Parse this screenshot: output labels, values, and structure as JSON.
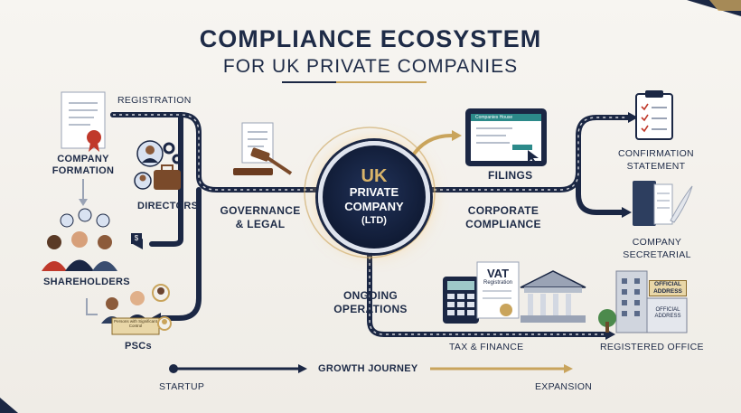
{
  "title": "COMPLIANCE ECOSYSTEM",
  "subtitle": "FOR UK PRIVATE COMPANIES",
  "center": {
    "line1": "UK",
    "line2": "PRIVATE",
    "line3": "COMPANY",
    "line4": "(LTD)"
  },
  "labels": {
    "registration": "REGISTRATION",
    "company_formation_1": "COMPANY",
    "company_formation_2": "FORMATION",
    "directors": "DIRECTORS",
    "shareholders": "SHAREHOLDERS",
    "pscs": "PSCs",
    "governance_1": "GOVERNANCE",
    "governance_2": "& LEGAL",
    "filings": "FILINGS",
    "corporate_1": "CORPORATE",
    "corporate_2": "COMPLIANCE",
    "confirmation_1": "CONFIRMATION",
    "confirmation_2": "STATEMENT",
    "secretarial_1": "COMPANY",
    "secretarial_2": "SECRETARIAL",
    "ongoing_1": "ONGOING",
    "ongoing_2": "OPERATIONS",
    "tax_finance": "TAX & FINANCE",
    "registered_office": "REGISTERED OFFICE",
    "startup": "STARTUP",
    "growth_journey": "GROWTH JOURNEY",
    "expansion": "EXPANSION"
  },
  "badges": {
    "vat": "VAT",
    "vat_sub": "Registration",
    "official_address": "OFFICIAL ADDRESS",
    "psc_plate": "Persons with Significant Control",
    "small_marker": "$",
    "screen_header": "Companies House"
  },
  "icons": [
    "document-seal-icon",
    "people-gear-icon",
    "briefcase-icon",
    "group-icon",
    "psc-people-icon",
    "gavel-icon",
    "tablet-icon",
    "clipboard-icon",
    "binder-icon",
    "calculator-icon",
    "vat-document-icon",
    "bank-icon",
    "office-building-icon"
  ],
  "colors": {
    "navy": "#1b2744",
    "gold": "#c9a45c",
    "paper": "#f4f2ee"
  }
}
